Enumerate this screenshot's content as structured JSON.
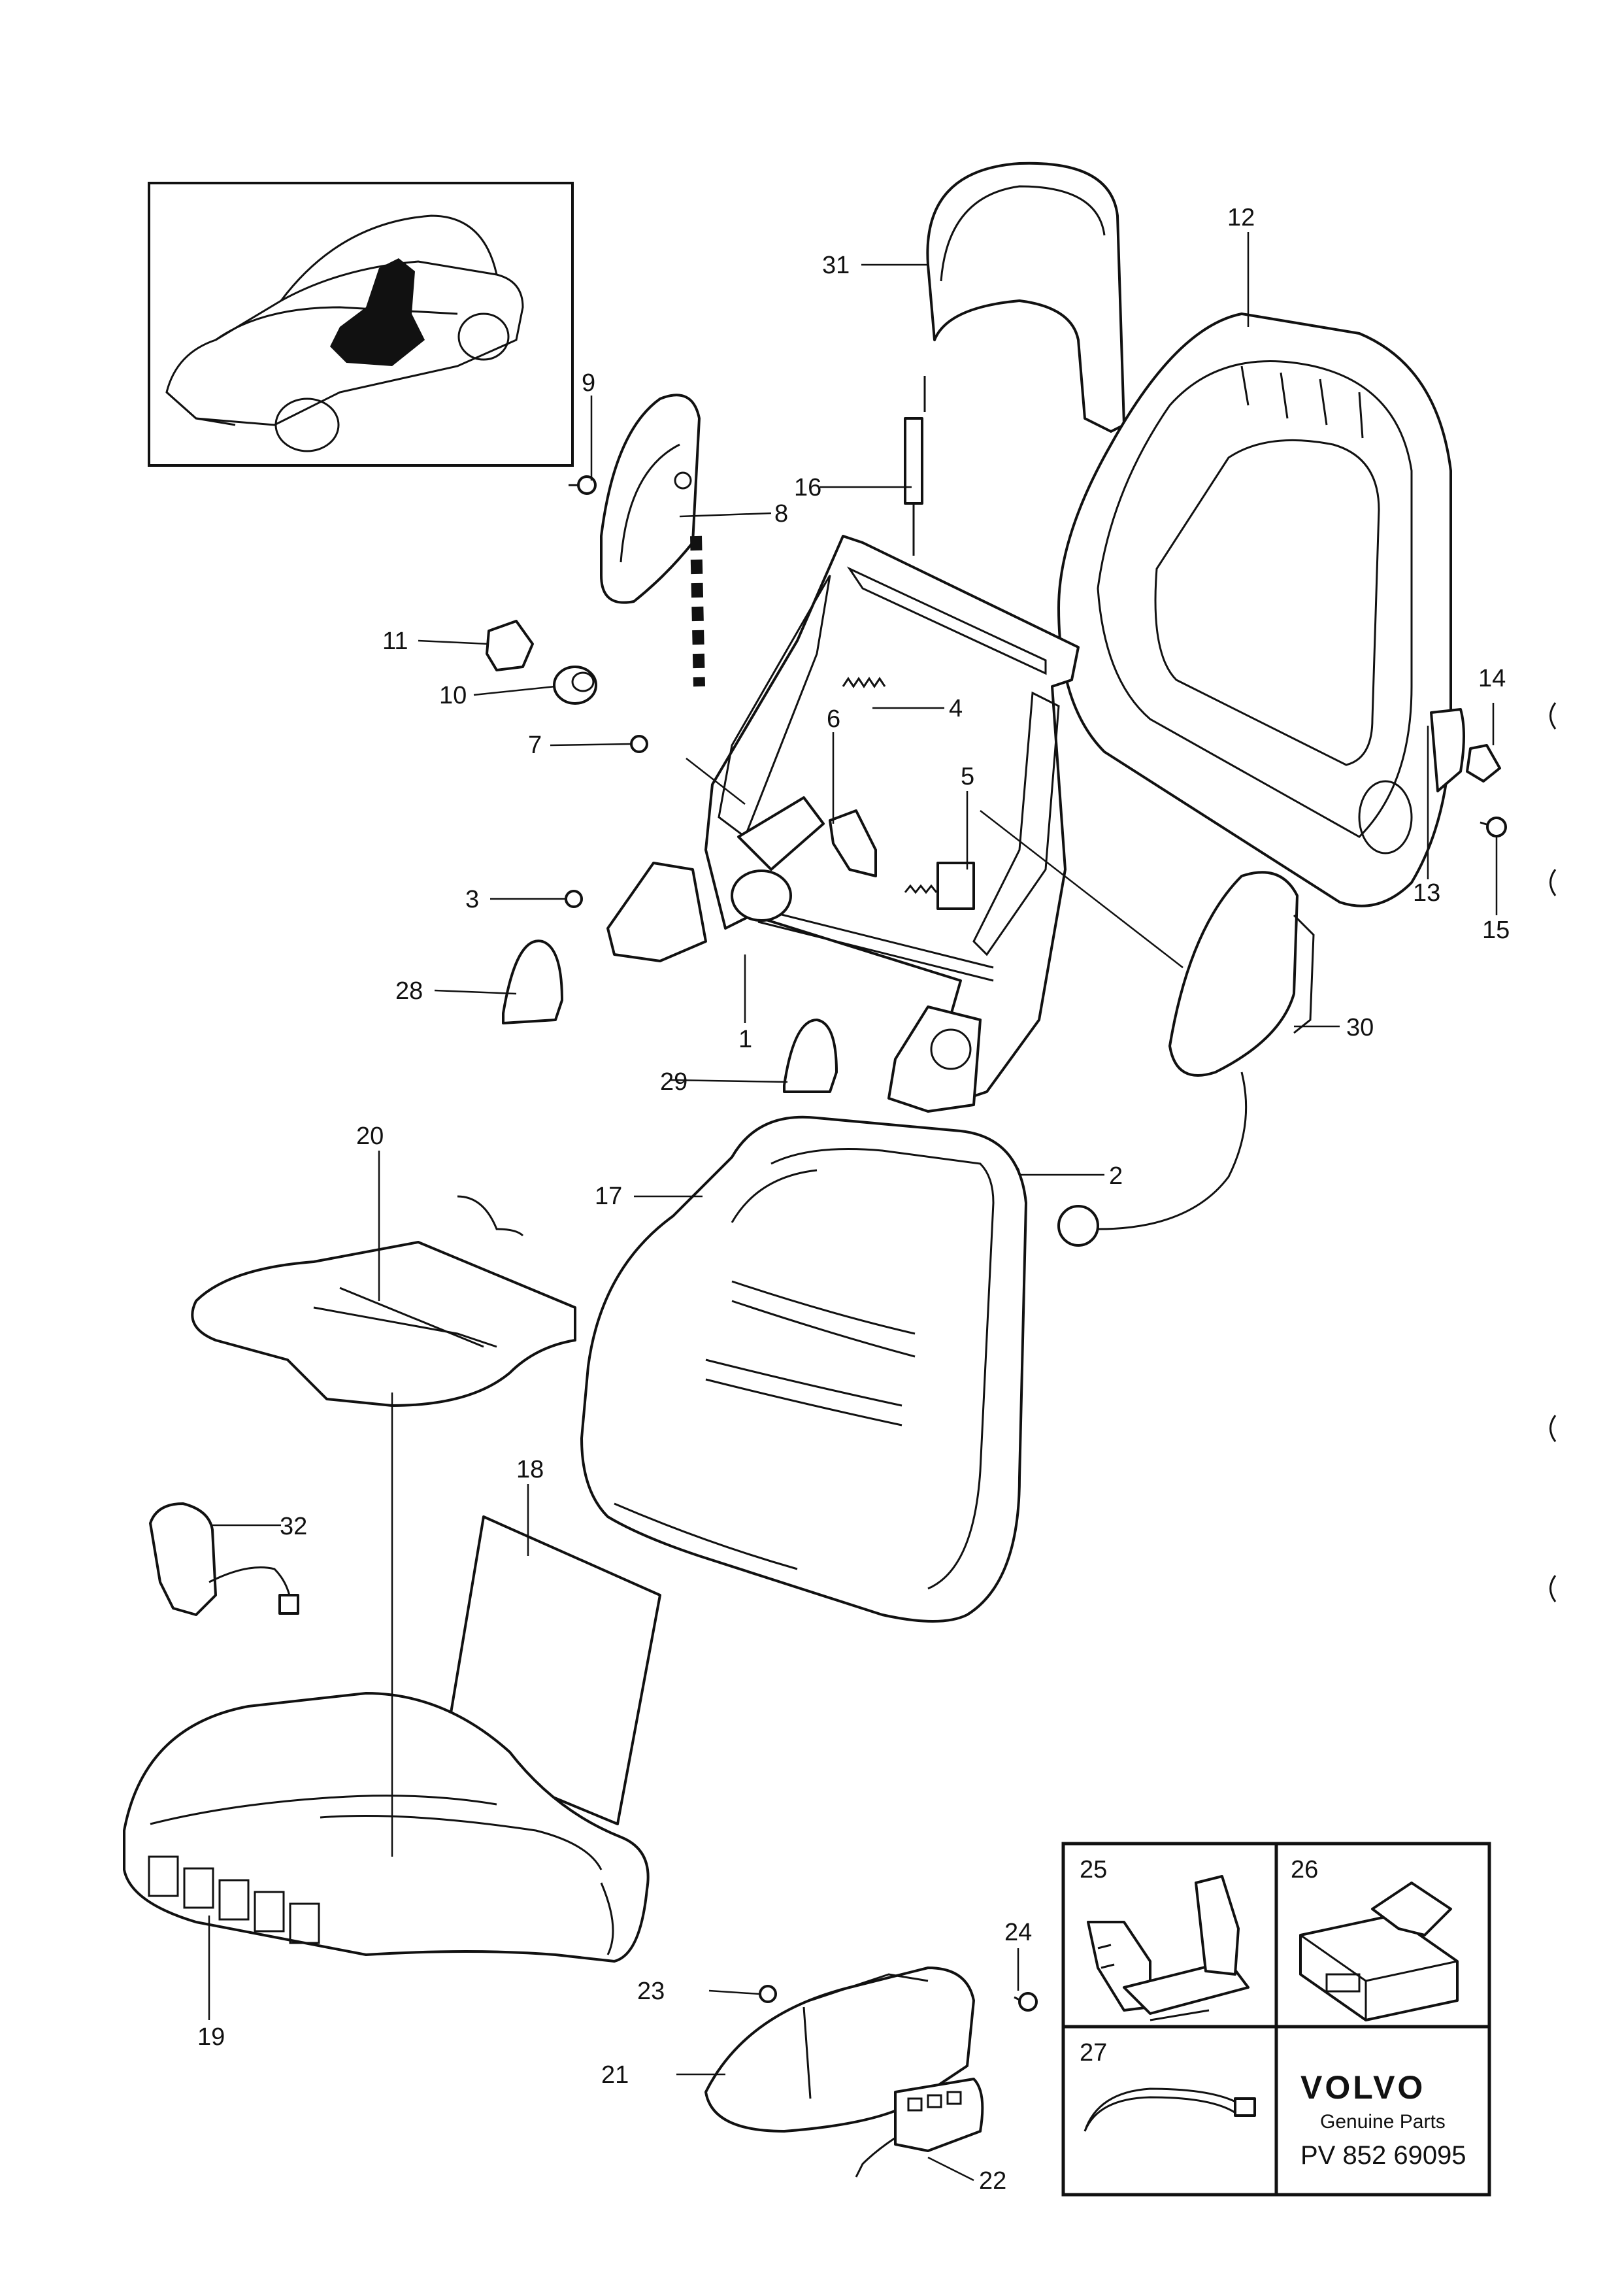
{
  "labels": {
    "n1": "1",
    "n2": "2",
    "n3": "3",
    "n4": "4",
    "n5": "5",
    "n6": "6",
    "n7": "7",
    "n8": "8",
    "n9": "9",
    "n10": "10",
    "n11": "11",
    "n12": "12",
    "n13": "13",
    "n14": "14",
    "n15": "15",
    "n16": "16",
    "n17": "17",
    "n18": "18",
    "n19": "19",
    "n20": "20",
    "n21": "21",
    "n22": "22",
    "n23": "23",
    "n24": "24",
    "n28": "28",
    "n29": "29",
    "n30": "30",
    "n31": "31",
    "n32": "32"
  },
  "inset_grid": {
    "n25": "25",
    "n26": "26",
    "n27": "27"
  },
  "branding": {
    "brand": "VOLVO",
    "subtitle": "Genuine Parts",
    "pv_number": "PV 852 69095"
  }
}
